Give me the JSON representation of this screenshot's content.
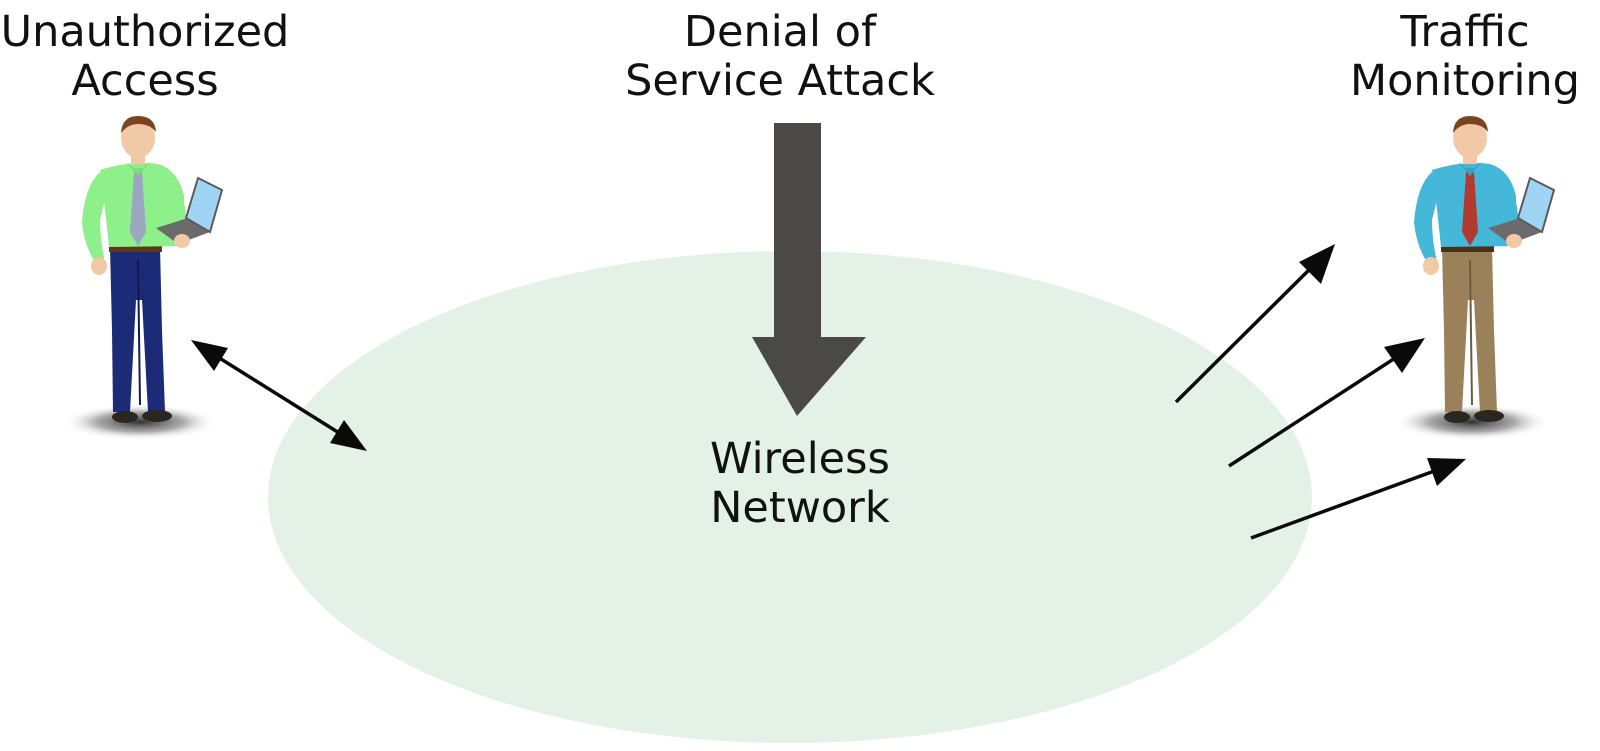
{
  "labels": {
    "left": [
      "Unauthorized",
      "Access"
    ],
    "top": [
      "Denial of",
      "Service Attack"
    ],
    "right": [
      "Traffic",
      "Monitoring"
    ],
    "center": [
      "Wireless",
      "Network"
    ]
  },
  "colors": {
    "network_fill": "#e3f1e6",
    "dos_arrow": "#4a4948",
    "arrow_line": "#0a0a0a",
    "attacker_shirt": "#8ef08a",
    "attacker_pants": "#1c2b78",
    "attacker_tie": "#9aa6c2",
    "monitor_shirt": "#45b8da",
    "monitor_pants": "#9b8159",
    "monitor_tie": "#b13b2e",
    "skin": "#f2c9a6",
    "hair": "#7a4423",
    "laptop": "#9fd4f5"
  },
  "icons": {
    "attacker": "person-with-laptop-icon",
    "monitor": "person-with-laptop-icon",
    "dos_arrow": "down-arrow-icon"
  }
}
